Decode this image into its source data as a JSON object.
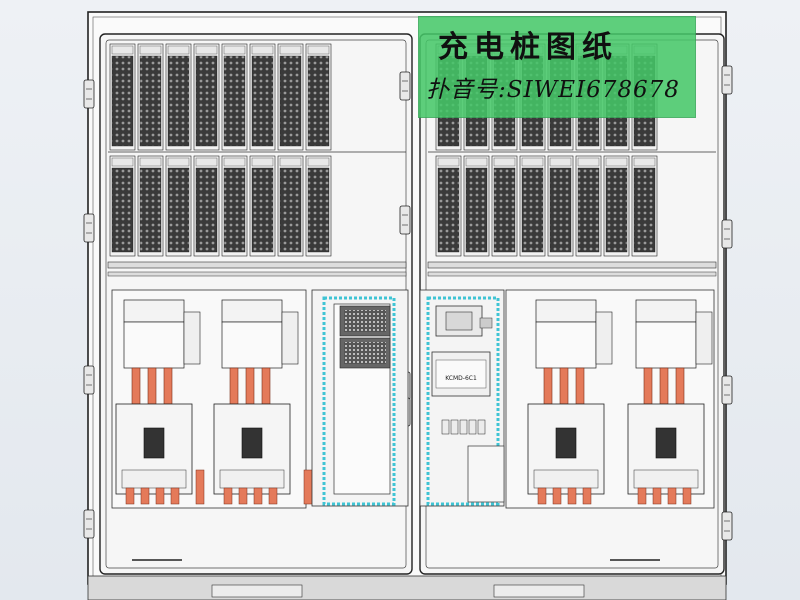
{
  "watermark": {
    "title": "充电桩图纸",
    "contact": "扑音号:SIWEI678678"
  },
  "panel_labels": {
    "relay_module": "KCMD-6C1"
  },
  "layout": {
    "doors": 2,
    "upper_module_rows": 2,
    "modules_per_row": 8,
    "contactors_per_side": 2,
    "breakers_per_side": 2
  },
  "colors": {
    "frame": "#202020",
    "cabinet_fill": "#f7f7f7",
    "busbar": "#e47a5a",
    "dinrail_dashed": "#3fc4d4",
    "watermark": "#45c868"
  }
}
